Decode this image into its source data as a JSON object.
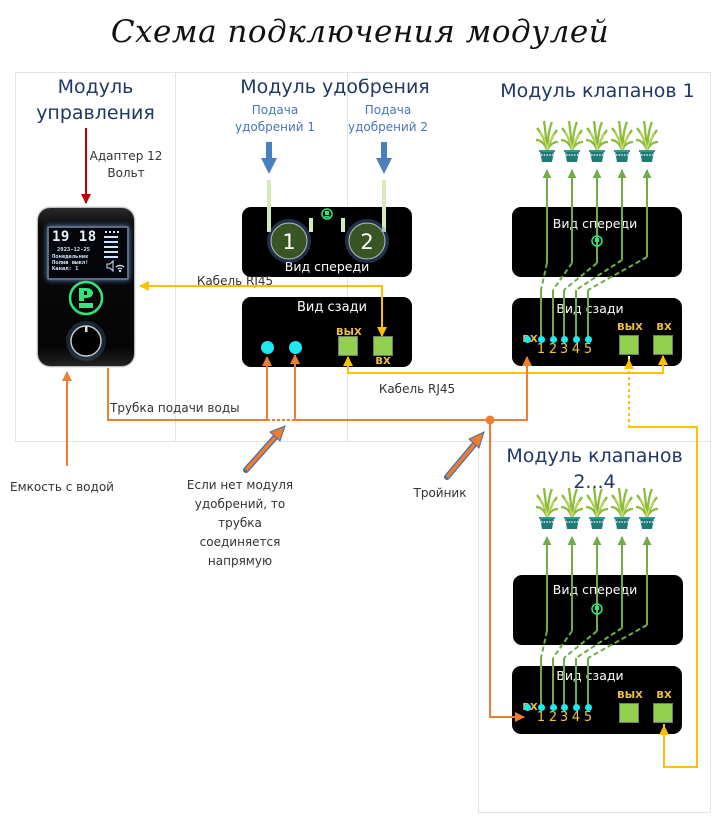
{
  "title": "Схема подключения модулей",
  "modules": {
    "control": {
      "title_line1": "Модуль",
      "title_line2": "управления",
      "adapter_line1": "Адаптер 12",
      "adapter_line2": "Вольт",
      "screen": {
        "time": "19 18",
        "date": "2023-12-25",
        "day": "Понедельник",
        "status": "Полив выкл!",
        "channel": "Канал: 1"
      }
    },
    "fertilizer": {
      "title": "Модуль удобрения",
      "feed1_line1": "Подача",
      "feed1_line2": "удобрений 1",
      "feed2_line1": "Подача",
      "feed2_line2": "удобрений 2",
      "pump1": "1",
      "pump2": "2",
      "front_label": "Вид спереди",
      "back_label": "Вид сзади",
      "out_label": "ВЫХ",
      "in_label": "ВХ"
    },
    "valves1": {
      "title": "Модуль клапанов 1",
      "front_label": "Вид спереди",
      "back_label": "Вид сзади",
      "water_in_label": "ВХ",
      "out_label": "ВЫХ",
      "in_label": "ВХ",
      "channels": [
        "1",
        "2",
        "3",
        "4",
        "5"
      ]
    },
    "valves2": {
      "title_line1": "Модуль клапанов",
      "title_line2": "2...4",
      "front_label": "Вид спереди",
      "back_label": "Вид сзади",
      "water_in_label": "ВХ",
      "out_label": "ВЫХ",
      "in_label": "ВХ",
      "channels": [
        "1",
        "2",
        "3",
        "4",
        "5"
      ]
    }
  },
  "labels": {
    "rj45_top": "Кабель RJ45",
    "rj45_bottom": "Кабель RJ45",
    "water_tube": "Трубка подачи воды",
    "water_tank": "Емкость с водой",
    "no_fert_line1": "Если нет модуля",
    "no_fert_line2": "удобрений, то",
    "no_fert_line3": "трубка",
    "no_fert_line4": "соединяется",
    "no_fert_line5": "напрямую",
    "tee": "Тройник"
  },
  "colors": {
    "water": "#ed7d31",
    "cable": "#ffc000",
    "power": "#c00000",
    "fert_arrow": "#4a7fbf",
    "valve_line": "#70ad47",
    "port_green": "#92d050",
    "port_dot": "#1ee8f0",
    "brand_green": "#2ee87a"
  }
}
